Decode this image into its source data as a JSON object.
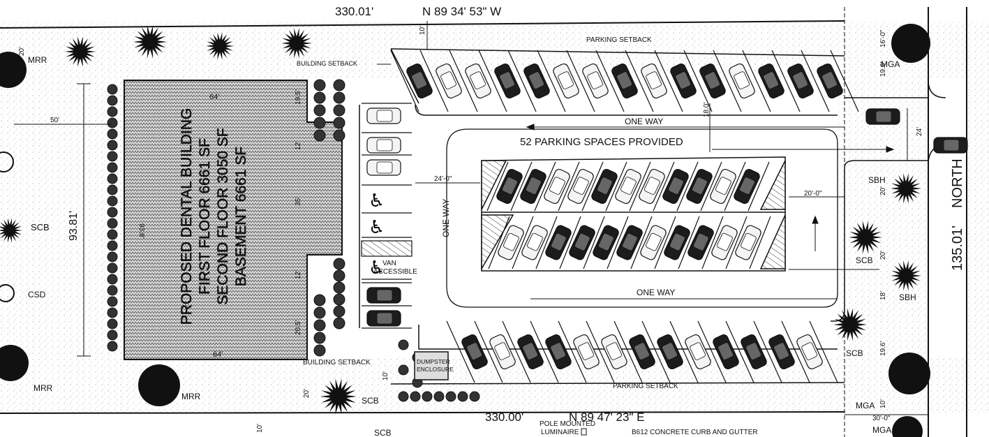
{
  "boundary": {
    "north": {
      "distance": "330.01'",
      "bearing": "N 89 34' 53\" W"
    },
    "south": {
      "distance": "330.00'",
      "bearing": "N 89 47' 23\" E"
    },
    "east": {
      "distance": "135.01'",
      "direction": "NORTH"
    },
    "west": {
      "distance": "93.81'"
    }
  },
  "building": {
    "lines": [
      "PROPOSED DENTAL BUILDING",
      "FIRST FLOOR 6661 SF",
      "SECOND FLOOR 3050 SF",
      "BASEMENT 6661 SF"
    ],
    "dims": {
      "top": "64'",
      "bottom": "64'",
      "left": "93.8'",
      "d1": "19.5'",
      "d2": "12'",
      "d3": "35'",
      "d4": "12'",
      "d5": "20.5'"
    }
  },
  "labels": {
    "parking_count": "52 PARKING SPACES PROVIDED",
    "one_way": "ONE WAY",
    "building_setback": "BUILDING SETBACK",
    "parking_setback": "PARKING SETBACK",
    "van_line1": "VAN",
    "van_line2": "ACCESSIBLE",
    "dumpster_line1": "DUMPSTER",
    "dumpster_line2": "ENCLOSURE",
    "pole_line1": "POLE MOUNTED",
    "pole_line2": "LUMINAIRE",
    "curb_note": "B612 CONCRETE CURB AND GUTTER"
  },
  "dimensions": {
    "ten_top": "10'",
    "twenty_left": "20'",
    "fifty": "50'",
    "twenty_four_a": "24'-0\"",
    "eighteen": "18.0'",
    "twenty_ft_b": "20'-0\"",
    "sixteen": "16'-0\"",
    "nineteen_six_a": "19.6'",
    "twenty_four": "24'",
    "twenty_right": "20'",
    "twenty_right_b": "20'",
    "eighteen_b": "18'",
    "nineteen_six_b": "19.6'",
    "ten_right": "10'",
    "thirty": "30'-0\"",
    "twenty_bottom": "20'",
    "ten_bottom": "10'",
    "ten_bottom_b": "10'"
  },
  "plants": {
    "mrr": "MRR",
    "mga": "MGA",
    "scb": "SCB",
    "sbh": "SBH",
    "csd": "CSD"
  },
  "colors": {
    "ink": "#111111",
    "paper": "#ffffff",
    "speckle": "#bdbdbd",
    "car_dark": "#1c1c1c",
    "car_light": "#f4f4f4"
  }
}
